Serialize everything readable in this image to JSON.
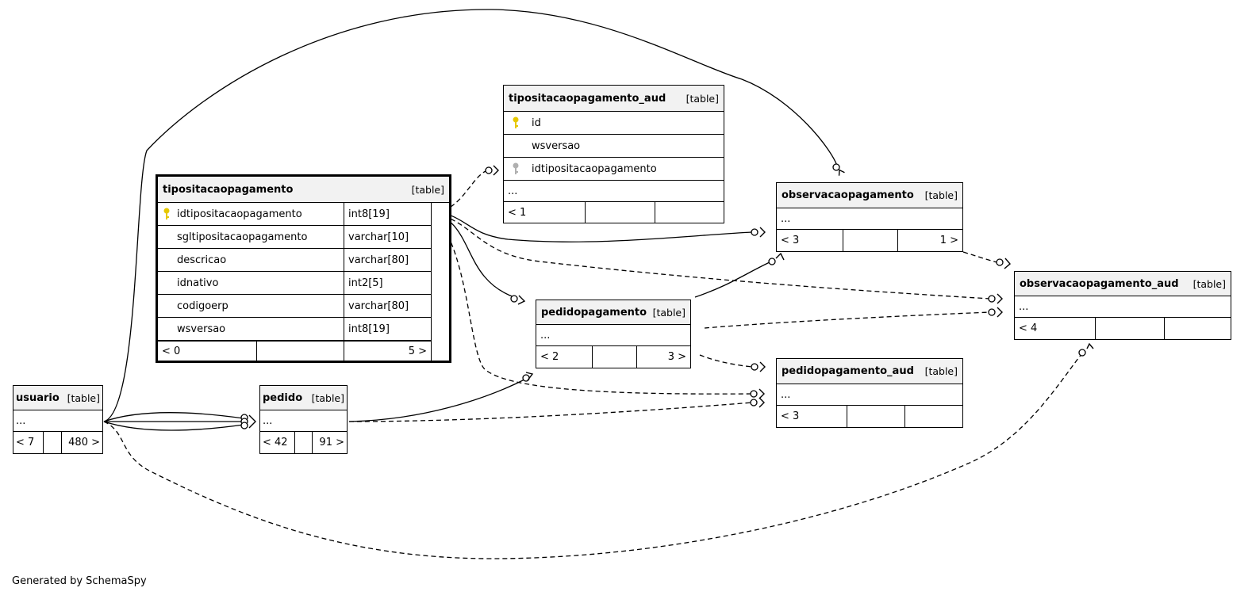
{
  "footer": "Generated by SchemaSpy",
  "type_label": "[table]",
  "colors": {
    "pk_key": "#e6c800",
    "fk_key": "#b0b0b0",
    "header_bg": "#f2f2f2"
  },
  "tables": {
    "tipositacaopagamento": {
      "name": "tipositacaopagamento",
      "columns": [
        {
          "key": "primary",
          "name": "idtipositacaopagamento",
          "type": "int8[19]"
        },
        {
          "key": "",
          "name": "sgltipositacaopagamento",
          "type": "varchar[10]"
        },
        {
          "key": "",
          "name": "descricao",
          "type": "varchar[80]"
        },
        {
          "key": "",
          "name": "idnativo",
          "type": "int2[5]"
        },
        {
          "key": "",
          "name": "codigoerp",
          "type": "varchar[80]"
        },
        {
          "key": "",
          "name": "wsversao",
          "type": "int8[19]"
        }
      ],
      "footer": [
        "< 0",
        "",
        "5 >"
      ]
    },
    "tipositacaopagamento_aud": {
      "name": "tipositacaopagamento_aud",
      "columns": [
        {
          "key": "primary",
          "name": "id"
        },
        {
          "key": "",
          "name": "wsversao"
        },
        {
          "key": "foreign",
          "name": "idtipositacaopagamento"
        }
      ],
      "more": "...",
      "footer": [
        "< 1",
        "",
        ""
      ]
    },
    "observacaopagamento": {
      "name": "observacaopagamento",
      "more": "...",
      "footer": [
        "< 3",
        "",
        "1 >"
      ]
    },
    "observacaopagamento_aud": {
      "name": "observacaopagamento_aud",
      "more": "...",
      "footer": [
        "< 4",
        "",
        ""
      ]
    },
    "pedidopagamento": {
      "name": "pedidopagamento",
      "more": "...",
      "footer": [
        "< 2",
        "",
        "3 >"
      ]
    },
    "pedidopagamento_aud": {
      "name": "pedidopagamento_aud",
      "more": "...",
      "footer": [
        "< 3",
        "",
        ""
      ]
    },
    "usuario": {
      "name": "usuario",
      "more": "...",
      "footer": [
        "< 7",
        "",
        "480 >"
      ]
    },
    "pedido": {
      "name": "pedido",
      "more": "...",
      "footer": [
        "< 42",
        "",
        "91 >"
      ]
    }
  }
}
